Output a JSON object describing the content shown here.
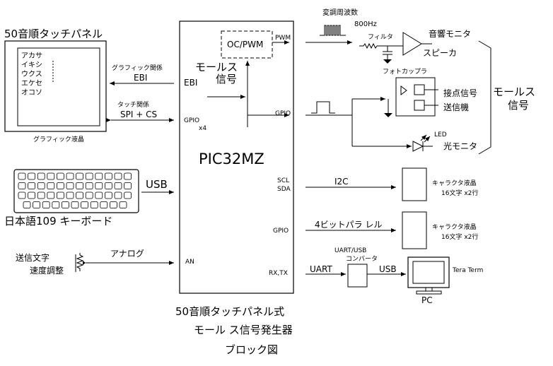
{
  "touch_panel": {
    "title": "50音順タッチパネル",
    "grid_rows": [
      "アカサ",
      "イキシ",
      "ウクス",
      "エケセ",
      "オコソ"
    ],
    "caption": "グラフィック液晶"
  },
  "mcu": {
    "name": "PIC32MZ",
    "oc_pwm": "OC/PWM",
    "morse_label": [
      "モールス",
      "信号"
    ]
  },
  "pins": {
    "ebi": "EBI",
    "gpio_x4": "GPIO",
    "x4": "x4",
    "pwm": "PWM",
    "gpio": "GPIO",
    "scl": "SCL",
    "sda": "SDA",
    "gpio_lower": "GPIO",
    "an": "AN",
    "rxtx": "RX,TX"
  },
  "links": {
    "graphic_group": "グラフィック関係",
    "ebi": "EBI",
    "touch_group": "タッチ関係",
    "spi_cs": "SPI + CS",
    "usb_keyboard": "USB",
    "analog": "アナログ",
    "i2c": "I2C",
    "parallel4": "4ビットパラ レル",
    "uart": "UART",
    "usb_pc": "USB"
  },
  "keyboard": {
    "label": "日本語109 キーボード"
  },
  "speed_adjust": {
    "line1": "送信文字",
    "line2": "速度調整"
  },
  "audio": {
    "mod_freq": "変調周波数",
    "freq": "800Hz",
    "filter": "フィルタ",
    "monitor": "音響モニタ",
    "speaker": "スピーカ"
  },
  "keying": {
    "photocoupler": "フォトカップラ",
    "contact_signal": "接点信号",
    "transmitter": "送信機"
  },
  "led": {
    "label": "LED",
    "monitor": "光モニタ"
  },
  "morse_out": [
    "モールス",
    "信号"
  ],
  "lcd1": {
    "label": "キャラクタ液晶",
    "size": "16文字 x2行"
  },
  "lcd2": {
    "label": "キャラクタ液晶",
    "size": "16文字 x2行"
  },
  "converter": {
    "label1": "UART/USB",
    "label2": "コンバータ"
  },
  "pc": {
    "label": "PC",
    "software": "Tera Term"
  },
  "footer": [
    "50音順タッチパネル式",
    "モール ス信号発生器",
    "ブロック図"
  ]
}
